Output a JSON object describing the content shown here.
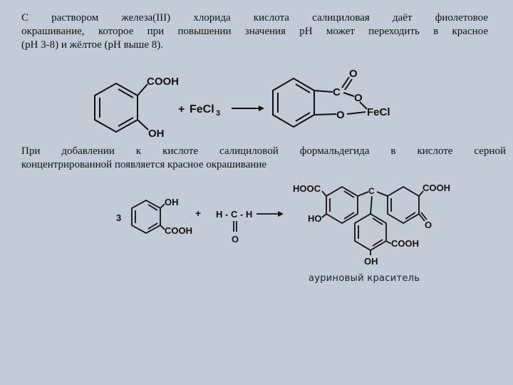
{
  "paragraph1": {
    "line1": "С раствором железа(III) хлорида кислота салициловая даёт фиолетовое",
    "line2": "окрашивание, которое при повышении значения рН может переходить в красное",
    "line3": "(рН 3-8) и жёлтое (рН выше 8)."
  },
  "reaction1": {
    "reactant_cooh": "COOH",
    "reactant_oh": "OH",
    "plus": "+",
    "reagent": "FeCl",
    "reagent_subscript": "3",
    "product_c": "C",
    "product_o_top": "O",
    "product_o_right": "O",
    "product_o_bottom": "O",
    "product_fecl": "FeCl"
  },
  "paragraph2": {
    "line1": "При добавлении к кислоте салициловой формальдегида в кислоте серной",
    "line2": "концентрированной появляется красное окрашивание"
  },
  "reaction2": {
    "coefficient": "3",
    "reactant_oh": "OH",
    "reactant_cooh": "COOH",
    "plus": "+",
    "formaldehyde": "H - C - H",
    "formaldehyde_o": "O",
    "product_hooc": "HOOC",
    "product_c": "C",
    "product_cooh_right": "COOH",
    "product_ho": "HO",
    "product_o": "O",
    "product_cooh_bottom": "COOH",
    "product_oh_bottom": "OH"
  },
  "caption": "ауриновый краситель"
}
